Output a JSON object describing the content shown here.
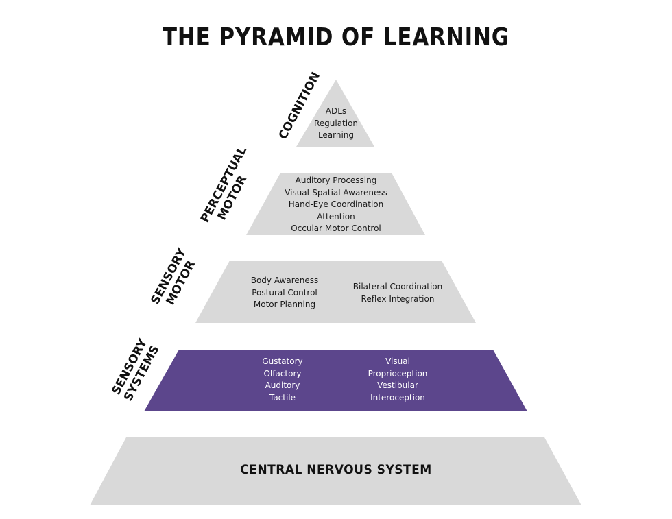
{
  "title": "THE PYRAMID OF LEARNING",
  "colors": {
    "tier_fill": "#d9d9d9",
    "highlight_fill": "#5c468c",
    "text": "#111111"
  },
  "tiers": {
    "cognition": {
      "label": "COGNITION",
      "items": [
        "ADLs",
        "Regulation",
        "Learning"
      ]
    },
    "perceptual_motor": {
      "label_lines": [
        "PERCEPTUAL",
        "MOTOR"
      ],
      "items": [
        "Auditory Processing",
        "Visual-Spatial Awareness",
        "Hand-Eye Coordination",
        "Attention",
        "Occular Motor Control"
      ]
    },
    "sensory_motor": {
      "label_lines": [
        "SENSORY",
        "MOTOR"
      ],
      "left_items": [
        "Body Awareness",
        "Postural Control",
        "Motor Planning"
      ],
      "right_items": [
        "Bilateral Coordination",
        "Reflex Integration"
      ]
    },
    "sensory_systems": {
      "label_lines": [
        "SENSORY",
        "SYSTEMS"
      ],
      "left_items": [
        "Gustatory",
        "Olfactory",
        "Auditory",
        "Tactile"
      ],
      "right_items": [
        "Visual",
        "Proprioception",
        "Vestibular",
        "Interoception"
      ]
    },
    "base": {
      "label": "CENTRAL NERVOUS SYSTEM"
    }
  }
}
